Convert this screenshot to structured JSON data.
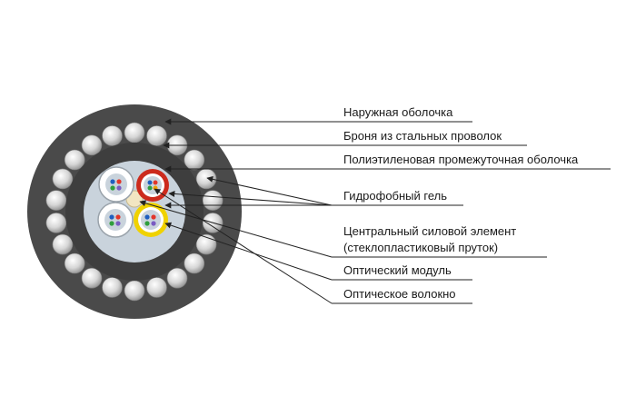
{
  "labels": {
    "outer_sheath": "Наружная оболочка",
    "steel_armor": "Броня из стальных проволок",
    "pe_inner_sheath": "Полиэтиленовая промежуточная оболочка",
    "hydrophobic_gel": "Гидрофобный гель",
    "central_member_line1": "Центральный силовой элемент",
    "central_member_line2": "(стеклопластиковый пруток)",
    "optical_module": "Оптический модуль",
    "optical_fiber": "Оптическое волокно"
  },
  "colors": {
    "outer_sheath": "#4a4a4a",
    "inner_sheath": "#3e3e3e",
    "armor_wire": "#cfcfcf",
    "gel": "#c9d3dc",
    "module_white": "#ffffff",
    "module_red": "#cc2a1c",
    "module_yellow": "#f0d200",
    "central_member": "#f2e6c2",
    "leader_line": "#222222"
  },
  "armor": {
    "wire_count": 22
  }
}
